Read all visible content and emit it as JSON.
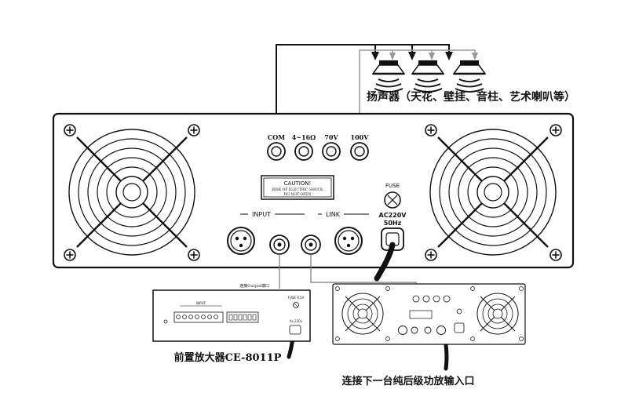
{
  "speakers": {
    "label": "扬声器（天花、壁挂、音柱、艺术喇叭等）",
    "count": 3
  },
  "amplifier": {
    "terminals": [
      "COM",
      "4~16Ω",
      "70V",
      "100V"
    ],
    "caution": {
      "title": "CAUTION!",
      "line1": "RISK OF ELECTRIC SHOCK",
      "line2": "DO NOT OPEN"
    },
    "input_label": "INPUT",
    "link_label": "LINK",
    "fuse_label": "FUSE",
    "power_label": "AC220V",
    "freq_label": "50Hz"
  },
  "preamp": {
    "caption": "前置放大器CE-8011P",
    "output_note": "连接Output端口",
    "input_group_label": "INPUT",
    "fuse_label": "FUSE 0.5A",
    "ac_label": "Ac 220v"
  },
  "next_amp": {
    "caption": "连接下一台纯后级功放输入口"
  }
}
